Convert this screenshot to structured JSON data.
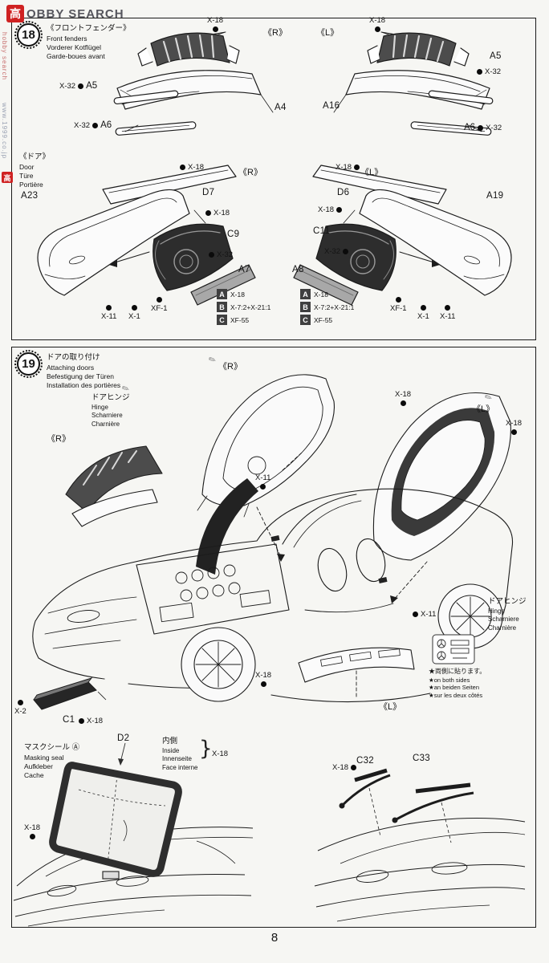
{
  "watermark": {
    "logo": "高",
    "brand": "OBBY SEARCH",
    "side1": "www.1999.co.jp",
    "side2": "hobby search"
  },
  "page_number": "8",
  "icons": {
    "brush": "✎",
    "brace": "}"
  },
  "labels": {
    "r": "《R》",
    "l": "《L》",
    "x18": "X-18",
    "x32": "X-32",
    "x11": "X-11",
    "x1": "X-1",
    "x2": "X-2",
    "xf1": "XF-1",
    "a4": "A4",
    "a16": "A16",
    "a5": "A5",
    "a6": "A6",
    "a23": "A23",
    "a19": "A19",
    "d7": "D7",
    "d6": "D6",
    "c9": "C9",
    "c11": "C11",
    "a7": "A7",
    "a8": "A8",
    "c1": "C1",
    "d2": "D2",
    "c32": "C32",
    "c33": "C33"
  },
  "step18": {
    "number": "18",
    "title": {
      "ja": "《フロントフェンダー》",
      "en": "Front fenders",
      "de": "Vorderer Kotflügel",
      "fr": "Garde-boues avant"
    },
    "door": {
      "ja": "《ドア》",
      "en": "Door",
      "de": "Türe",
      "fr": "Portière"
    },
    "legend": [
      {
        "key": "A",
        "value": "X-18"
      },
      {
        "key": "B",
        "value": "X-7:2+X-21:1"
      },
      {
        "key": "C",
        "value": "XF-55"
      }
    ]
  },
  "step19": {
    "number": "19",
    "title": {
      "ja": "ドアの取り付け",
      "en": "Attaching doors",
      "de": "Befestigung der Türen",
      "fr": "Installation des portières"
    },
    "hinge": {
      "ja": "ドアヒンジ",
      "en": "Hinge",
      "de": "Scharniere",
      "fr": "Charnière"
    },
    "sticker": {
      "ja": "★両側に貼ります。",
      "en": "★on both sides",
      "de": "★an beiden Seiten",
      "fr": "★sur les deux côtés"
    },
    "masking": {
      "ja": "マスクシール Ⓐ",
      "en": "Masking seal",
      "de": "Aufkleber",
      "fr": "Cache"
    },
    "inside": {
      "ja": "内側",
      "en": "Inside",
      "de": "Innenseite",
      "fr": "Face interne"
    }
  }
}
